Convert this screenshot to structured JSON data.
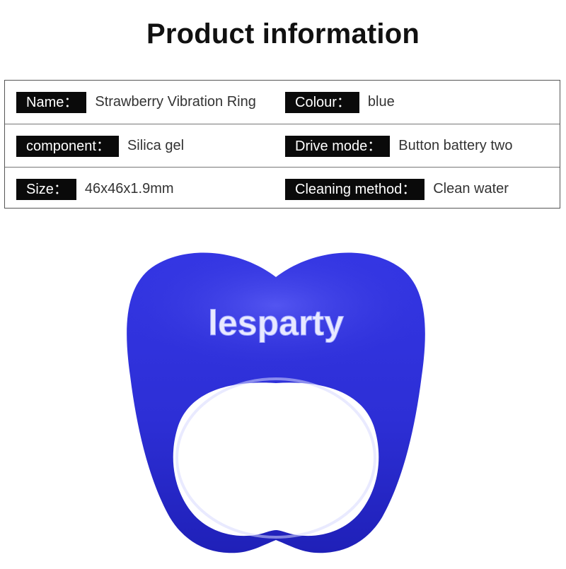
{
  "header": {
    "title": "Product information"
  },
  "specs": {
    "rows": [
      {
        "left": {
          "label": "Name：",
          "value": "Strawberry Vibration Ring"
        },
        "right": {
          "label": "Colour：",
          "value": "blue"
        }
      },
      {
        "left": {
          "label": "component：",
          "value": "Silica gel"
        },
        "right": {
          "label": "Drive mode：",
          "value": "Button battery two"
        }
      },
      {
        "left": {
          "label": "Size：",
          "value": "46x46x1.9mm"
        },
        "right": {
          "label": "Cleaning method：",
          "value": "Clean water"
        }
      }
    ]
  },
  "product": {
    "brand_text": "lesparty",
    "body_color": "#2f31d8",
    "body_dark_color": "#1b1aa8",
    "icon": "heart-shaped-ring"
  }
}
